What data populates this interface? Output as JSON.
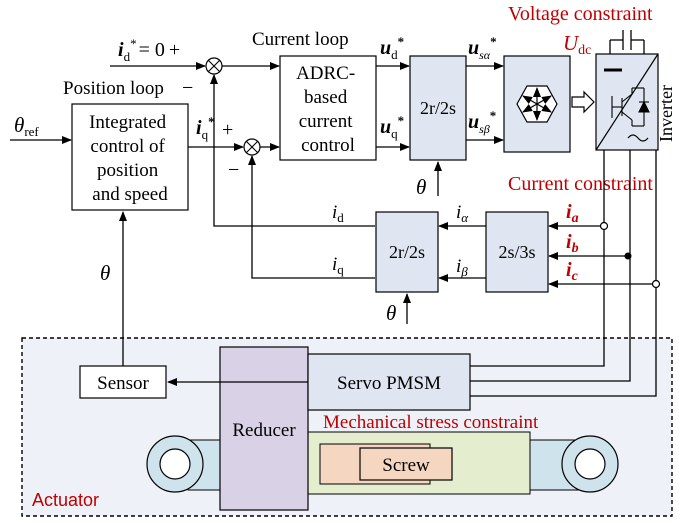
{
  "labels": {
    "voltage_constraint": "Voltage constraint",
    "current_constraint": "Current constraint",
    "mech_constraint": "Mechanical stress constraint",
    "current_loop": "Current loop",
    "position_loop": "Position loop",
    "actuator": "Actuator",
    "inverter": "Inverter",
    "udc_main": "U",
    "udc_sub": "dc",
    "theta_ref_main": "θ",
    "theta_ref_sub": "ref",
    "theta": "θ",
    "id_ref_eq": "= 0",
    "plus": "+",
    "minus": "−"
  },
  "blocks": {
    "integrated_control": [
      "Integrated",
      "control of",
      "position",
      "and speed"
    ],
    "adrc": [
      "ADRC-",
      "based",
      "current",
      "control"
    ],
    "park_inv": "2r/2s",
    "park": "2r/2s",
    "clarke": "2s/3s",
    "sensor": "Sensor",
    "servo": "Servo PMSM",
    "reducer": "Reducer",
    "screw": "Screw"
  },
  "signals": {
    "id_star": "i",
    "iq_star": "i",
    "ud_star": "u",
    "uq_star": "u",
    "usa": "u",
    "usb": "u",
    "id": "i",
    "iq": "i",
    "ialpha": "i",
    "ibeta": "i",
    "ia": "i",
    "ib": "i",
    "ic": "i",
    "sub_d": "d",
    "sub_q": "q",
    "sub_salpha": "sα",
    "sub_sbeta": "sβ",
    "sub_alpha": "α",
    "sub_beta": "β",
    "sub_a": "a",
    "sub_b": "b",
    "sub_c": "c",
    "star": "*"
  },
  "colors": {
    "constraint": "#c00000",
    "block_fill": "#dfe6f2",
    "actuator_fill": "#e8edf5",
    "reducer_fill": "#d9d2e6",
    "screw_fill": "#f5d6c0",
    "mech_fill": "#e4eecf",
    "rod_fill": "#cfe3ec"
  }
}
